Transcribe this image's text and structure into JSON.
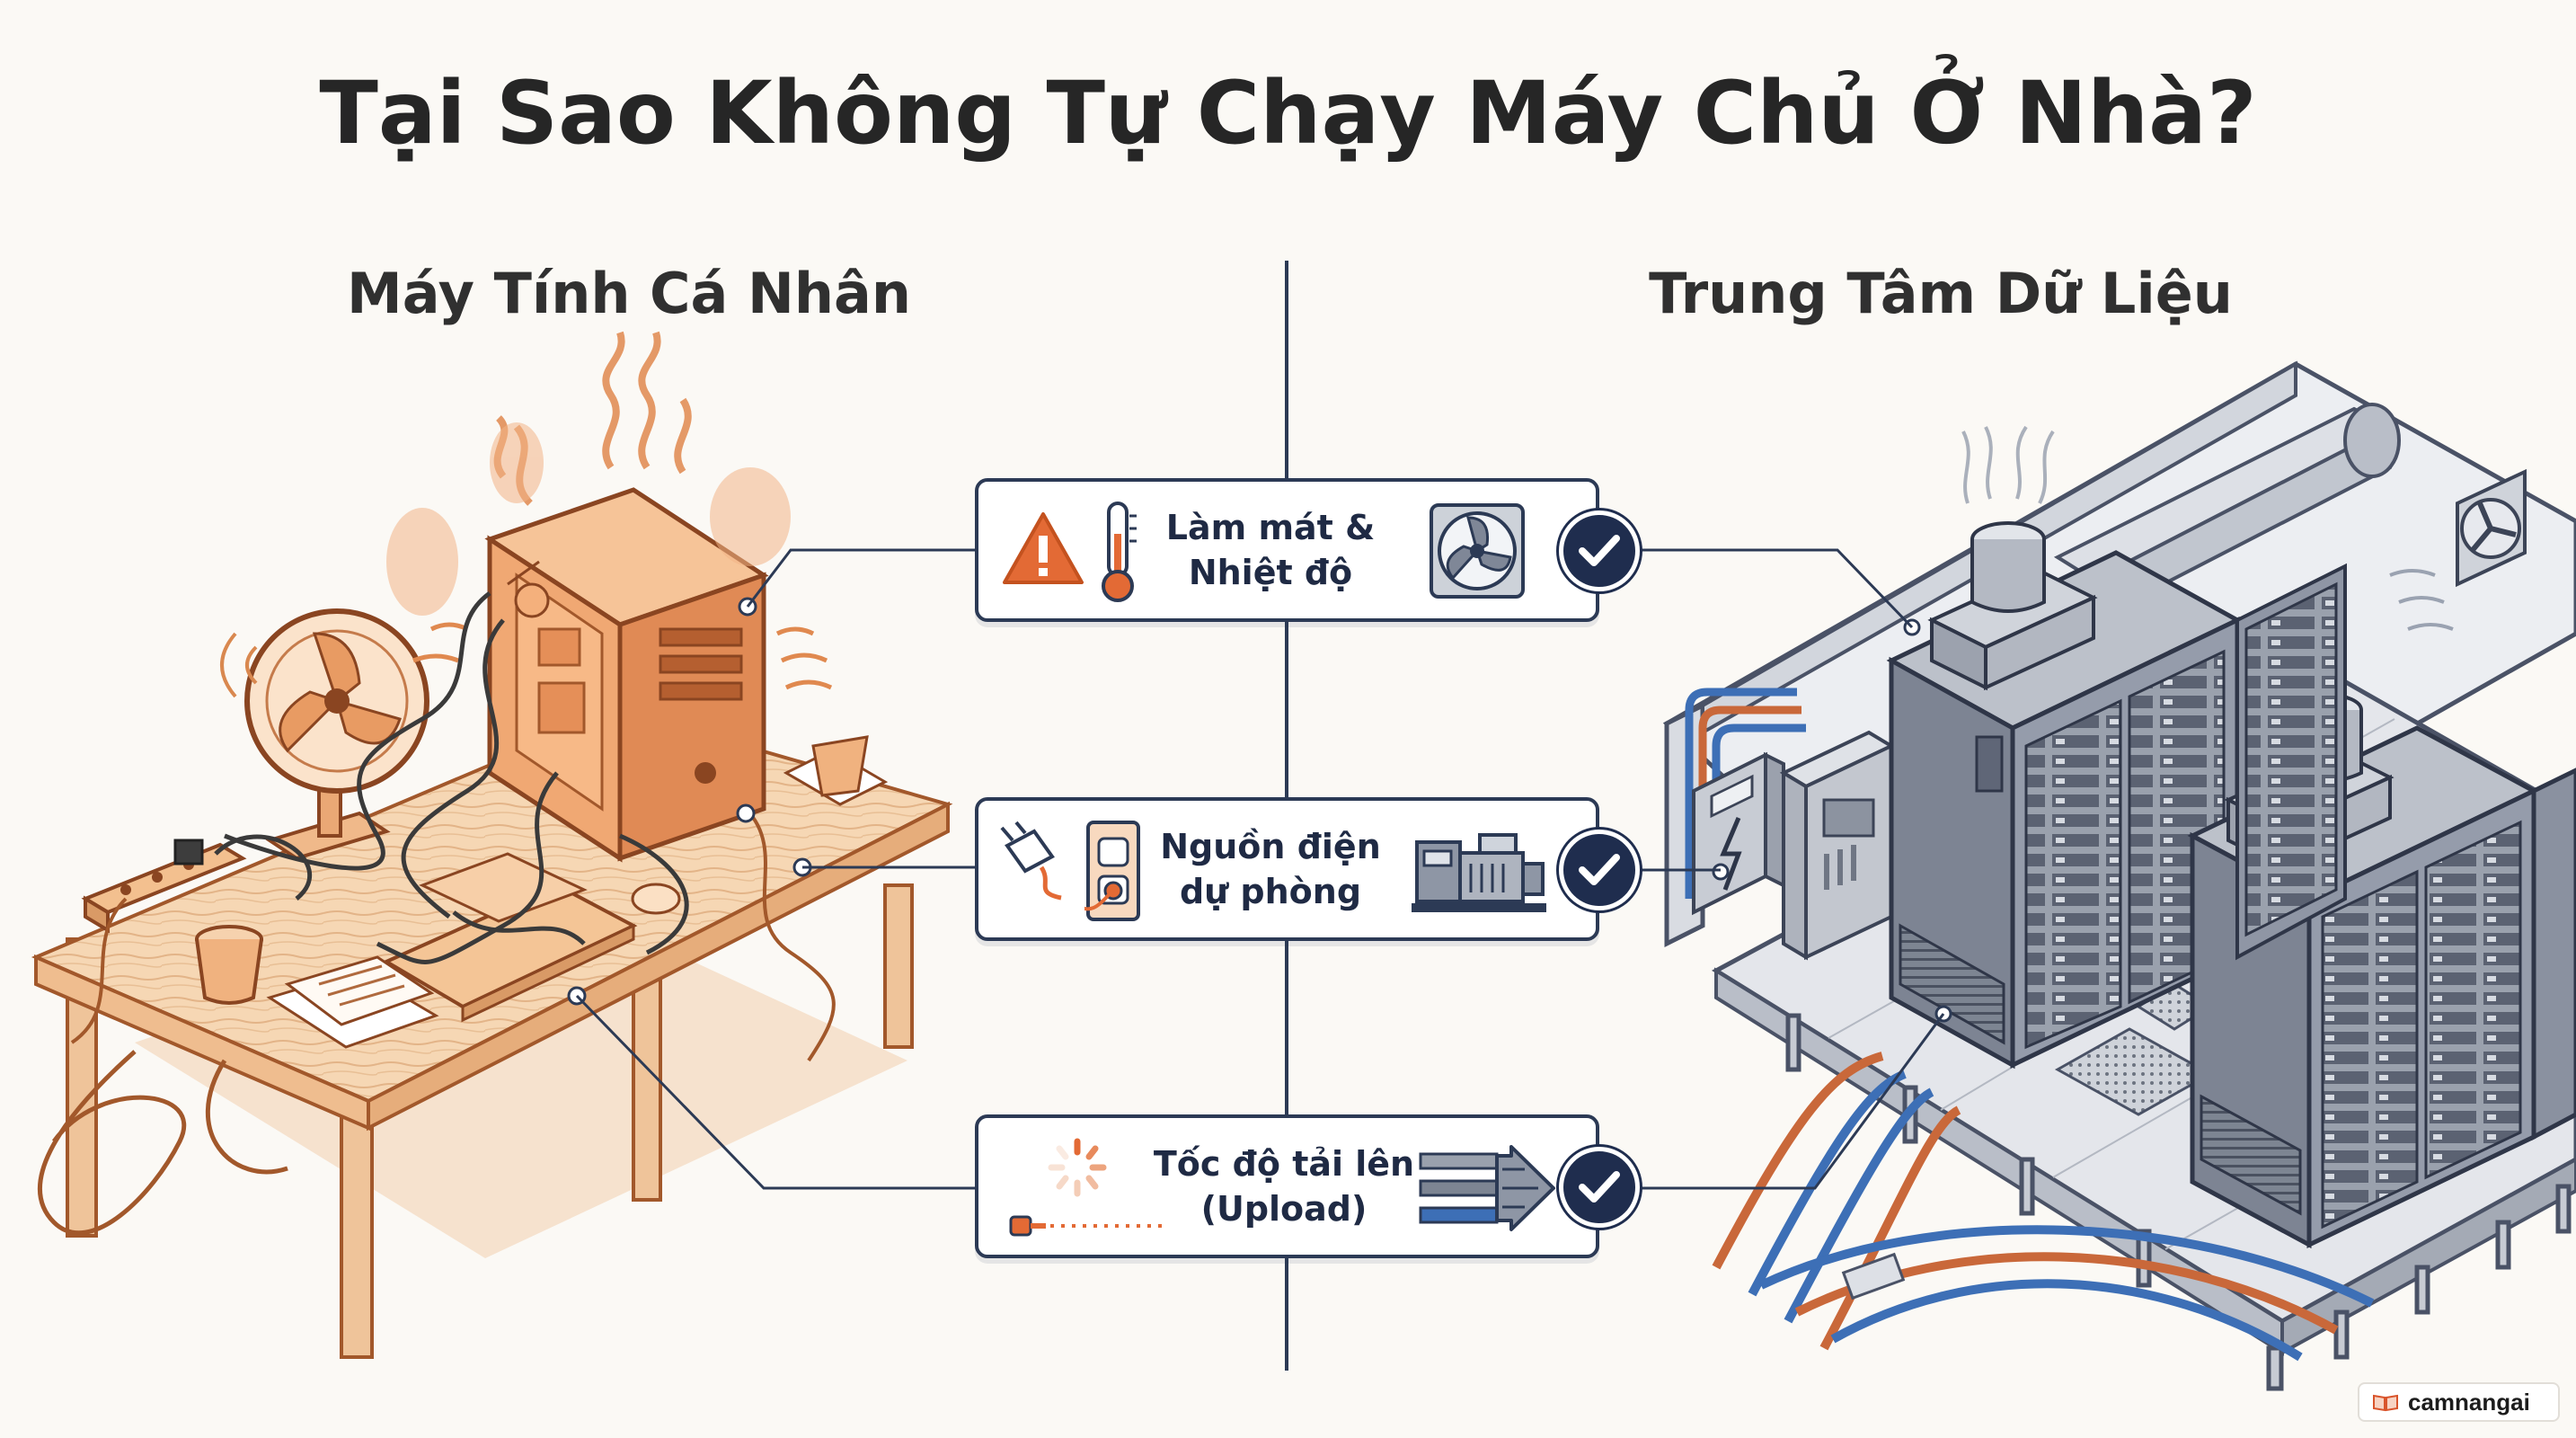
{
  "title": "Tại Sao Không Tự Chạy Máy Chủ Ở Nhà?",
  "left_heading": "Máy Tính Cá Nhân",
  "right_heading": "Trung Tâm Dữ Liệu",
  "comparisons": [
    {
      "line1": "Làm mát &",
      "line2": "Nhiệt độ",
      "left_icons": [
        "warning-icon",
        "thermometer-icon"
      ],
      "right_icon": "fan-icon"
    },
    {
      "line1": "Nguồn điện",
      "line2": "dự phòng",
      "left_icons": [
        "plug-icon",
        "outlet-icon"
      ],
      "right_icon": "generator-icon"
    },
    {
      "line1": "Tốc độ tải lên",
      "line2": "(Upload)",
      "left_icons": [
        "loading-spinner-icon",
        "slow-cable-icon"
      ],
      "right_icon": "fast-cables-icon"
    }
  ],
  "watermark": "camnangai",
  "colors": {
    "accent_warm": "#e07a45",
    "warm_fill": "#f2c9a4",
    "dark_navy": "#1f2d4e",
    "steel": "#8a919e",
    "cable_blue": "#3d6fb6",
    "cable_orange": "#c9683a"
  }
}
